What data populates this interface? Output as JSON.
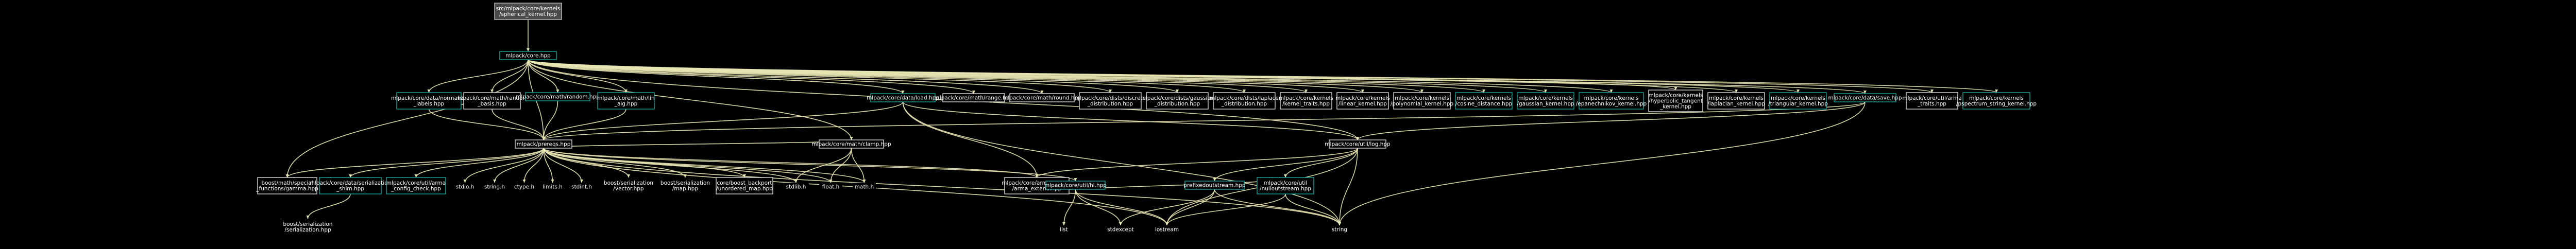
{
  "colors": {
    "background": "#000000",
    "edge": "#e8e6b3",
    "project_border": "#1aa39a",
    "external_border": "#d9d9d9",
    "root_fill": "#4a4a4a"
  },
  "diagram": {
    "nodes": [
      {
        "id": "root",
        "lines": [
          "src/mlpack/core/kernels",
          "/spherical_kernel.hpp"
        ],
        "kind": "root"
      },
      {
        "id": "core",
        "lines": [
          "mlpack/core.hpp"
        ],
        "kind": "project"
      },
      {
        "id": "normalize_labels",
        "lines": [
          "mlpack/core/data/normalize",
          "_labels.hpp"
        ],
        "kind": "project"
      },
      {
        "id": "random_basis",
        "lines": [
          "mlpack/core/math/random",
          "_basis.hpp"
        ],
        "kind": "external"
      },
      {
        "id": "random",
        "lines": [
          "mlpack/core/math/random.hpp"
        ],
        "kind": "project"
      },
      {
        "id": "lin_alg",
        "lines": [
          "mlpack/core/math/lin",
          "_alg.hpp"
        ],
        "kind": "project"
      },
      {
        "id": "load",
        "lines": [
          "mlpack/core/data/load.hpp"
        ],
        "kind": "project"
      },
      {
        "id": "range",
        "lines": [
          "mlpack/core/math/range.hpp"
        ],
        "kind": "external"
      },
      {
        "id": "round",
        "lines": [
          "mlpack/core/math/round.hpp"
        ],
        "kind": "external"
      },
      {
        "id": "discrete",
        "lines": [
          "mlpack/core/dists/discrete",
          "_distribution.hpp"
        ],
        "kind": "external"
      },
      {
        "id": "gaussian_dist",
        "lines": [
          "mlpack/core/dists/gaussian",
          "_distribution.hpp"
        ],
        "kind": "external"
      },
      {
        "id": "laplace_dist",
        "lines": [
          "mlpack/core/dists/laplace",
          "_distribution.hpp"
        ],
        "kind": "external"
      },
      {
        "id": "kernel_traits",
        "lines": [
          "mlpack/core/kernels",
          "/kernel_traits.hpp"
        ],
        "kind": "external"
      },
      {
        "id": "linear_kernel",
        "lines": [
          "mlpack/core/kernels",
          "/linear_kernel.hpp"
        ],
        "kind": "external"
      },
      {
        "id": "polynomial_kernel",
        "lines": [
          "mlpack/core/kernels",
          "/polynomial_kernel.hpp"
        ],
        "kind": "external"
      },
      {
        "id": "cosine_distance",
        "lines": [
          "mlpack/core/kernels",
          "/cosine_distance.hpp"
        ],
        "kind": "project"
      },
      {
        "id": "gaussian_kernel",
        "lines": [
          "mlpack/core/kernels",
          "/gaussian_kernel.hpp"
        ],
        "kind": "project"
      },
      {
        "id": "epanechnikov",
        "lines": [
          "mlpack/core/kernels",
          "/epanechnikov_kernel.hpp"
        ],
        "kind": "project"
      },
      {
        "id": "hyperbolic",
        "lines": [
          "mlpack/core/kernels",
          "/hyperbolic_tangent",
          "_kernel.hpp"
        ],
        "kind": "external"
      },
      {
        "id": "laplacian",
        "lines": [
          "mlpack/core/kernels",
          "/laplacian_kernel.hpp"
        ],
        "kind": "external"
      },
      {
        "id": "triangular",
        "lines": [
          "mlpack/core/kernels",
          "/triangular_kernel.hpp"
        ],
        "kind": "project"
      },
      {
        "id": "save",
        "lines": [
          "mlpack/core/data/save.hpp"
        ],
        "kind": "project"
      },
      {
        "id": "arma_traits",
        "lines": [
          "mlpack/core/util/arma",
          "_traits.hpp"
        ],
        "kind": "external"
      },
      {
        "id": "pspectrum",
        "lines": [
          "mlpack/core/kernels",
          "/pspectrum_string_kernel.hpp"
        ],
        "kind": "project"
      },
      {
        "id": "prereqs",
        "lines": [
          "mlpack/prereqs.hpp"
        ],
        "kind": "external"
      },
      {
        "id": "clamp",
        "lines": [
          "mlpack/core/math/clamp.hpp"
        ],
        "kind": "external"
      },
      {
        "id": "log",
        "lines": [
          "mlpack/core/util/log.hpp"
        ],
        "kind": "external"
      },
      {
        "id": "gamma",
        "lines": [
          "boost/math/special",
          "_functions/gamma.hpp"
        ],
        "kind": "external"
      },
      {
        "id": "shim",
        "lines": [
          "mlpack/core/data/serialization",
          "_shim.hpp"
        ],
        "kind": "project"
      },
      {
        "id": "arma_config",
        "lines": [
          "mlpack/core/util/arma",
          "_config_check.hpp"
        ],
        "kind": "project"
      },
      {
        "id": "stdio",
        "lines": [
          "stdio.h"
        ],
        "kind": "plain"
      },
      {
        "id": "string_h",
        "lines": [
          "string.h"
        ],
        "kind": "plain"
      },
      {
        "id": "ctype",
        "lines": [
          "ctype.h"
        ],
        "kind": "plain"
      },
      {
        "id": "limits",
        "lines": [
          "limits.h"
        ],
        "kind": "plain"
      },
      {
        "id": "stdint",
        "lines": [
          "stdint.h"
        ],
        "kind": "plain"
      },
      {
        "id": "vector",
        "lines": [
          "boost/serialization",
          "/vector.hpp"
        ],
        "kind": "plain"
      },
      {
        "id": "map",
        "lines": [
          "boost/serialization",
          "/map.hpp"
        ],
        "kind": "plain"
      },
      {
        "id": "unordered_map",
        "lines": [
          "core/boost_backport",
          "/unordered_map.hpp"
        ],
        "kind": "external"
      },
      {
        "id": "stdlib",
        "lines": [
          "stdlib.h"
        ],
        "kind": "plain"
      },
      {
        "id": "float",
        "lines": [
          "float.h"
        ],
        "kind": "plain"
      },
      {
        "id": "math",
        "lines": [
          "math.h"
        ],
        "kind": "plain"
      },
      {
        "id": "arma_extend",
        "lines": [
          "mlpack/core/arma_extend",
          "/arma_extend.hpp"
        ],
        "kind": "external"
      },
      {
        "id": "nulloutstream",
        "lines": [
          "mlpack/core/util",
          "/nulloutstream.hpp"
        ],
        "kind": "project"
      },
      {
        "id": "prefixedoutstream",
        "lines": [
          "prefixedoutstream.hpp"
        ],
        "kind": "project"
      },
      {
        "id": "util_hpp",
        "lines": [
          "mlpack/core/util/hl.hpp"
        ],
        "kind": "project"
      },
      {
        "id": "serialization_hpp",
        "lines": [
          "boost/serialization",
          "/serialization.hpp"
        ],
        "kind": "plain"
      },
      {
        "id": "list",
        "lines": [
          "list"
        ],
        "kind": "plain"
      },
      {
        "id": "stdexcept",
        "lines": [
          "stdexcept"
        ],
        "kind": "plain"
      },
      {
        "id": "iostream",
        "lines": [
          "iostream"
        ],
        "kind": "plain"
      },
      {
        "id": "string",
        "lines": [
          "string"
        ],
        "kind": "plain"
      }
    ],
    "edges": [
      [
        "root",
        "core"
      ],
      [
        "core",
        "normalize_labels"
      ],
      [
        "core",
        "random_basis"
      ],
      [
        "core",
        "random"
      ],
      [
        "core",
        "lin_alg"
      ],
      [
        "core",
        "load"
      ],
      [
        "core",
        "range"
      ],
      [
        "core",
        "round"
      ],
      [
        "core",
        "discrete"
      ],
      [
        "core",
        "gaussian_dist"
      ],
      [
        "core",
        "laplace_dist"
      ],
      [
        "core",
        "kernel_traits"
      ],
      [
        "core",
        "linear_kernel"
      ],
      [
        "core",
        "polynomial_kernel"
      ],
      [
        "core",
        "cosine_distance"
      ],
      [
        "core",
        "gaussian_kernel"
      ],
      [
        "core",
        "epanechnikov"
      ],
      [
        "core",
        "hyperbolic"
      ],
      [
        "core",
        "laplacian"
      ],
      [
        "core",
        "triangular"
      ],
      [
        "core",
        "save"
      ],
      [
        "core",
        "arma_traits"
      ],
      [
        "core",
        "pspectrum"
      ],
      [
        "core",
        "prereqs"
      ],
      [
        "core",
        "clamp"
      ],
      [
        "core",
        "log"
      ],
      [
        "core",
        "gamma"
      ],
      [
        "normalize_labels",
        "prereqs"
      ],
      [
        "random_basis",
        "prereqs"
      ],
      [
        "random",
        "prereqs"
      ],
      [
        "lin_alg",
        "prereqs"
      ],
      [
        "load",
        "prereqs"
      ],
      [
        "load",
        "log"
      ],
      [
        "load",
        "arma_extend"
      ],
      [
        "load",
        "string"
      ],
      [
        "save",
        "log"
      ],
      [
        "save",
        "prereqs"
      ],
      [
        "save",
        "string"
      ],
      [
        "prereqs",
        "gamma"
      ],
      [
        "prereqs",
        "shim"
      ],
      [
        "prereqs",
        "arma_config"
      ],
      [
        "prereqs",
        "stdio"
      ],
      [
        "prereqs",
        "string_h"
      ],
      [
        "prereqs",
        "ctype"
      ],
      [
        "prereqs",
        "limits"
      ],
      [
        "prereqs",
        "stdint"
      ],
      [
        "prereqs",
        "vector"
      ],
      [
        "prereqs",
        "map"
      ],
      [
        "prereqs",
        "unordered_map"
      ],
      [
        "prereqs",
        "stdlib"
      ],
      [
        "prereqs",
        "float"
      ],
      [
        "prereqs",
        "math"
      ],
      [
        "prereqs",
        "arma_extend"
      ],
      [
        "prereqs",
        "util_hpp"
      ],
      [
        "prereqs",
        "iostream"
      ],
      [
        "prereqs",
        "string"
      ],
      [
        "shim",
        "serialization_hpp"
      ],
      [
        "clamp",
        "stdlib"
      ],
      [
        "clamp",
        "float"
      ],
      [
        "clamp",
        "math"
      ],
      [
        "clamp",
        "prereqs"
      ],
      [
        "log",
        "prefixedoutstream"
      ],
      [
        "log",
        "nulloutstream"
      ],
      [
        "log",
        "iostream"
      ],
      [
        "log",
        "string"
      ],
      [
        "log",
        "arma_extend"
      ],
      [
        "nulloutstream",
        "iostream"
      ],
      [
        "nulloutstream",
        "string"
      ],
      [
        "nulloutstream",
        "arma_extend"
      ],
      [
        "prefixedoutstream",
        "iostream"
      ],
      [
        "prefixedoutstream",
        "string"
      ],
      [
        "prefixedoutstream",
        "stdexcept"
      ],
      [
        "util_hpp",
        "list"
      ],
      [
        "util_hpp",
        "iostream"
      ],
      [
        "util_hpp",
        "stdexcept"
      ]
    ]
  }
}
